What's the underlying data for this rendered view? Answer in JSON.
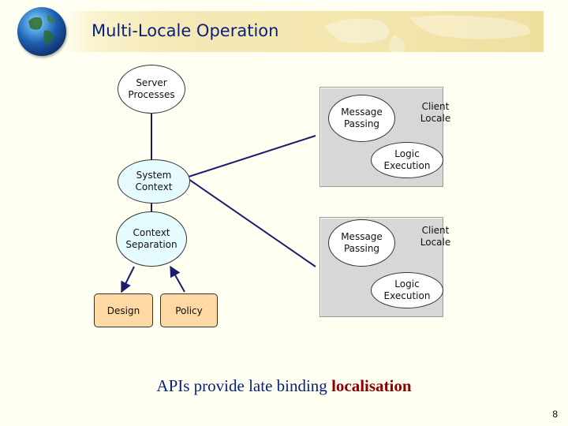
{
  "slide": {
    "title": "Multi-Locale Operation",
    "page_number": "8"
  },
  "diagram": {
    "server_processes": "Server\nProcesses",
    "system_context": "System\nContext",
    "context_separation": "Context\nSeparation",
    "design": "Design",
    "policy": "Policy",
    "locale_top": {
      "message_passing": "Message\nPassing",
      "client_locale": "Client\nLocale",
      "logic_execution": "Logic\nExecution"
    },
    "locale_bottom": {
      "message_passing": "Message\nPassing",
      "client_locale": "Client\nLocale",
      "logic_execution": "Logic\nExecution"
    }
  },
  "caption": {
    "prefix": "APIs provide late binding ",
    "highlight": "localisation"
  },
  "colors": {
    "title": "#0a1f7a",
    "connector": "#1c1c6e",
    "box_fill": "#d7d7d7",
    "ellipse_cyan": "#e6fbfd",
    "rect_fill": "#ffd9a4",
    "highlight": "#8b0000"
  }
}
